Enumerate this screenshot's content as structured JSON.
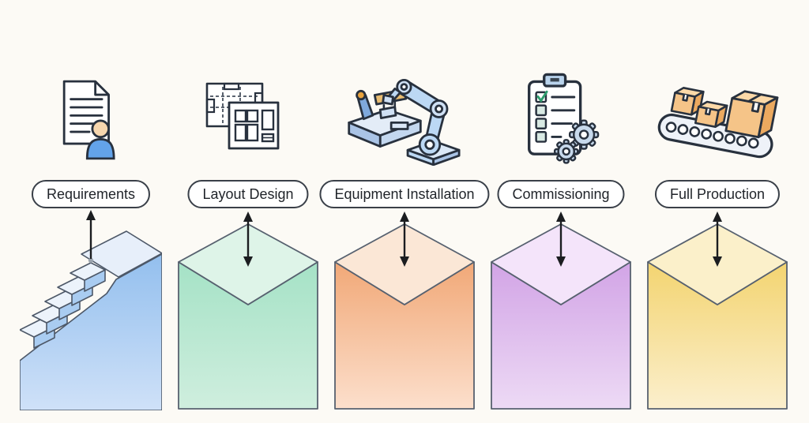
{
  "background": "#fcfaf5",
  "outline_color": "#4d5868",
  "arrow_color": "#1b1d20",
  "pill": {
    "bg": "#ffffff",
    "border": "#3a4049",
    "text_color": "#1f2329"
  },
  "stages": [
    {
      "label": "Requirements",
      "icon": "document-user-icon",
      "shape": "staircase",
      "arrow": "up",
      "colors": {
        "body_top": "#93bfee",
        "body_bottom": "#cfe1f8",
        "step_front": "#a9ccf1",
        "step_top": "#ecf3fb"
      }
    },
    {
      "label": "Layout Design",
      "icon": "blueprint-icon",
      "shape": "envelope-column",
      "arrow": "double",
      "colors": {
        "flap": "#def4e8",
        "body_top": "#a5e2c6",
        "body_bottom": "#cfeede"
      }
    },
    {
      "label": "Equipment Installation",
      "icon": "robot-arm-icon",
      "shape": "envelope-column",
      "arrow": "double",
      "colors": {
        "flap": "#fbe7d6",
        "body_top": "#f1a877",
        "body_bottom": "#fcdfcc"
      }
    },
    {
      "label": "Commissioning",
      "icon": "checklist-gears-icon",
      "shape": "envelope-column",
      "arrow": "double",
      "colors": {
        "flap": "#f4e4fa",
        "body_top": "#d2a4e6",
        "body_bottom": "#eddaf5"
      }
    },
    {
      "label": "Full Production",
      "icon": "conveyor-boxes-icon",
      "shape": "envelope-column",
      "arrow": "double",
      "colors": {
        "flap": "#fbf0ca",
        "body_top": "#f3d470",
        "body_bottom": "#fbefcd"
      }
    }
  ]
}
